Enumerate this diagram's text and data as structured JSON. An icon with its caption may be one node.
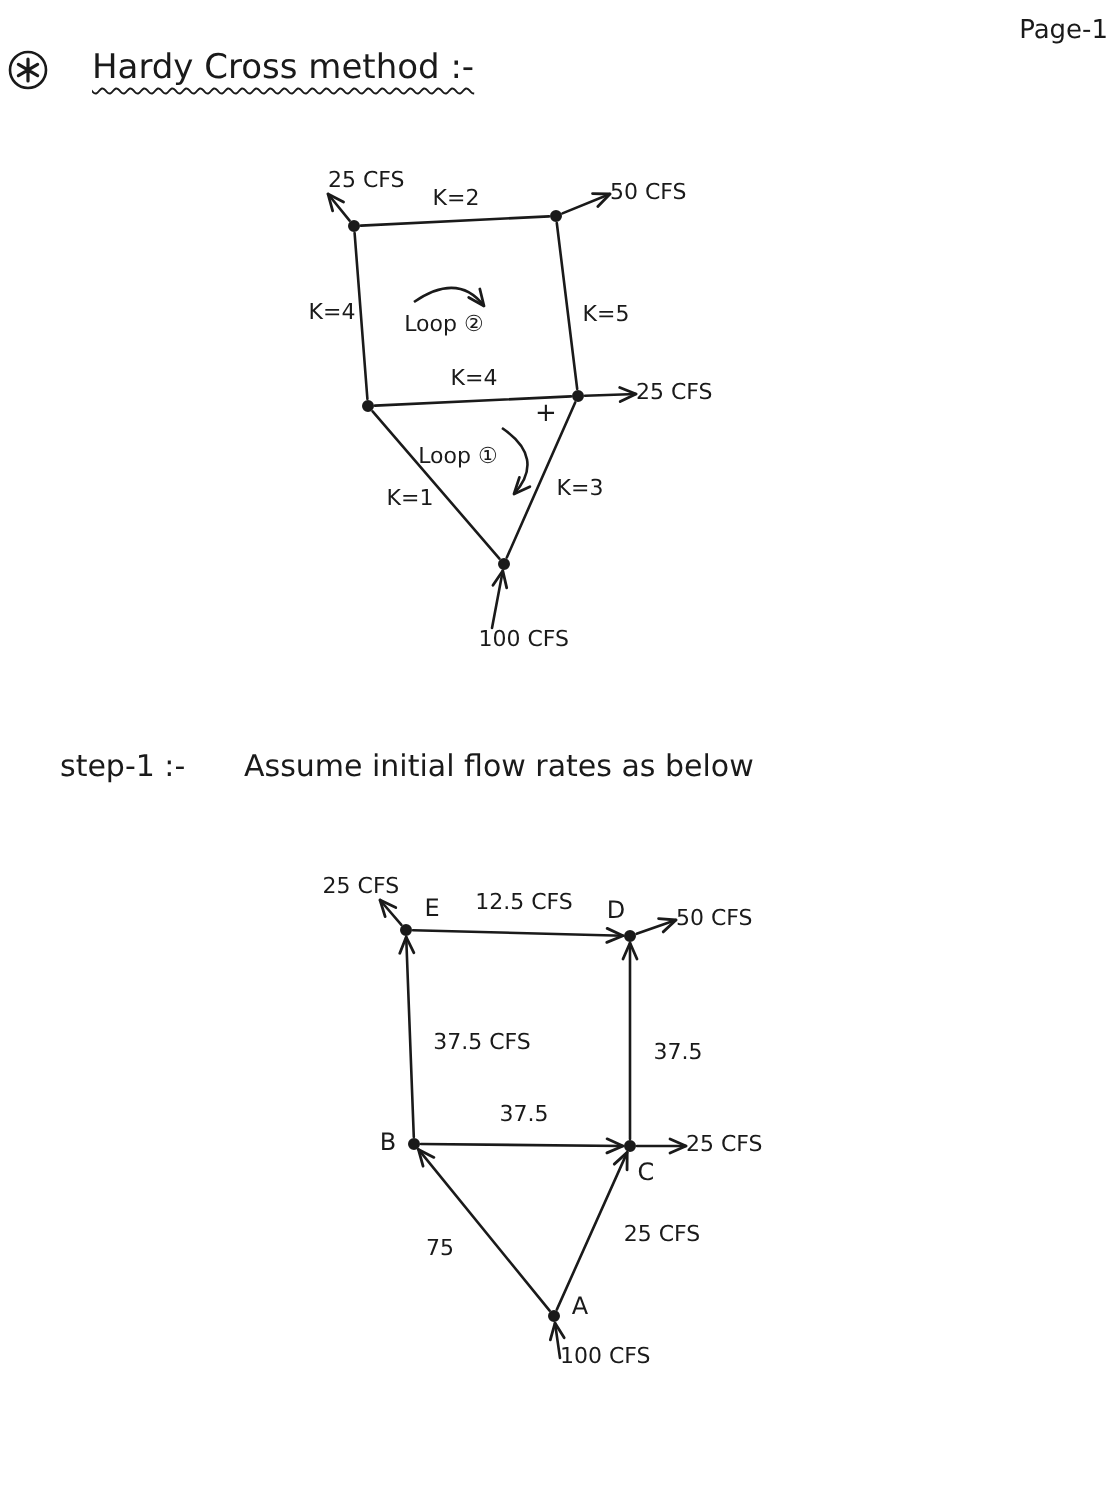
{
  "diagram": {
    "title": "Hardy Cross method :-",
    "nodes": [
      {
        "text": [
          "25 CFS"
        ]
      },
      {
        "text": [
          "50 CFS"
        ]
      },
      {
        "text": [],
        "shape": "dot"
      },
      {
        "text": [],
        "shape": "dot"
      },
      {
        "text": [],
        "shape": "dot"
      },
      {
        "text": [],
        "shape": "dot"
      },
      {
        "text": [
          "25 CFS"
        ]
      },
      {
        "text": [],
        "shape": "dot"
      },
      {
        "text": [
          "100 CFS"
        ]
      },
      {
        "text": [
          "25 CFS"
        ]
      },
      {
        "text": [],
        "shape": "dot",
        "beside": [
          "E"
        ]
      },
      {
        "text": [],
        "shape": "dot",
        "beside": [
          "D"
        ]
      },
      {
        "text": [
          "50 CFS"
        ]
      },
      {
        "text": [],
        "shape": "dot",
        "beside": [
          "B"
        ]
      },
      {
        "text": [],
        "shape": "dot",
        "beside": [
          "C"
        ]
      },
      {
        "text": [
          "25 CFS"
        ]
      },
      {
        "text": [],
        "shape": "dot",
        "beside": [
          "A"
        ]
      },
      {
        "text": [
          "100 CFS"
        ]
      }
    ],
    "edges": [
      {
        "from": 2,
        "to": 3,
        "arrow": "none",
        "label": "K=2"
      },
      {
        "from": 2,
        "to": 4,
        "arrow": "none",
        "label": "K=4"
      },
      {
        "from": 3,
        "to": 5,
        "arrow": "none",
        "label": "K=5"
      },
      {
        "from": 4,
        "to": 5,
        "arrow": "none",
        "label": "K=4"
      },
      {
        "from": 4,
        "to": 7,
        "arrow": "none",
        "label": "K=1"
      },
      {
        "from": 5,
        "to": 7,
        "arrow": "none",
        "label": "K=3"
      },
      {
        "from": 2,
        "to": 0,
        "arrow": "to"
      },
      {
        "from": 3,
        "to": 1,
        "arrow": "to"
      },
      {
        "from": 5,
        "to": 6,
        "arrow": "to"
      },
      {
        "from": 8,
        "to": 7,
        "arrow": "to"
      },
      {
        "from": 10,
        "to": 11,
        "arrow": "to",
        "label": "12.5 CFS"
      },
      {
        "from": 13,
        "to": 10,
        "arrow": "to",
        "label": "37.5 CFS"
      },
      {
        "from": 14,
        "to": 11,
        "arrow": "to",
        "label": "37.5"
      },
      {
        "from": 13,
        "to": 14,
        "arrow": "to",
        "label": "37.5"
      },
      {
        "from": 16,
        "to": 13,
        "arrow": "to",
        "label": "75"
      },
      {
        "from": 16,
        "to": 14,
        "arrow": "to",
        "label": "25 CFS"
      },
      {
        "from": 10,
        "to": 9,
        "arrow": "to"
      },
      {
        "from": 11,
        "to": 12,
        "arrow": "to"
      },
      {
        "from": 14,
        "to": 15,
        "arrow": "to"
      },
      {
        "from": 17,
        "to": 16,
        "arrow": "to"
      }
    ],
    "labels": [
      "Page-1",
      "Loop ②",
      "+",
      "Loop ①",
      "step-1 :-",
      "Assume initial flow rates as below"
    ]
  }
}
